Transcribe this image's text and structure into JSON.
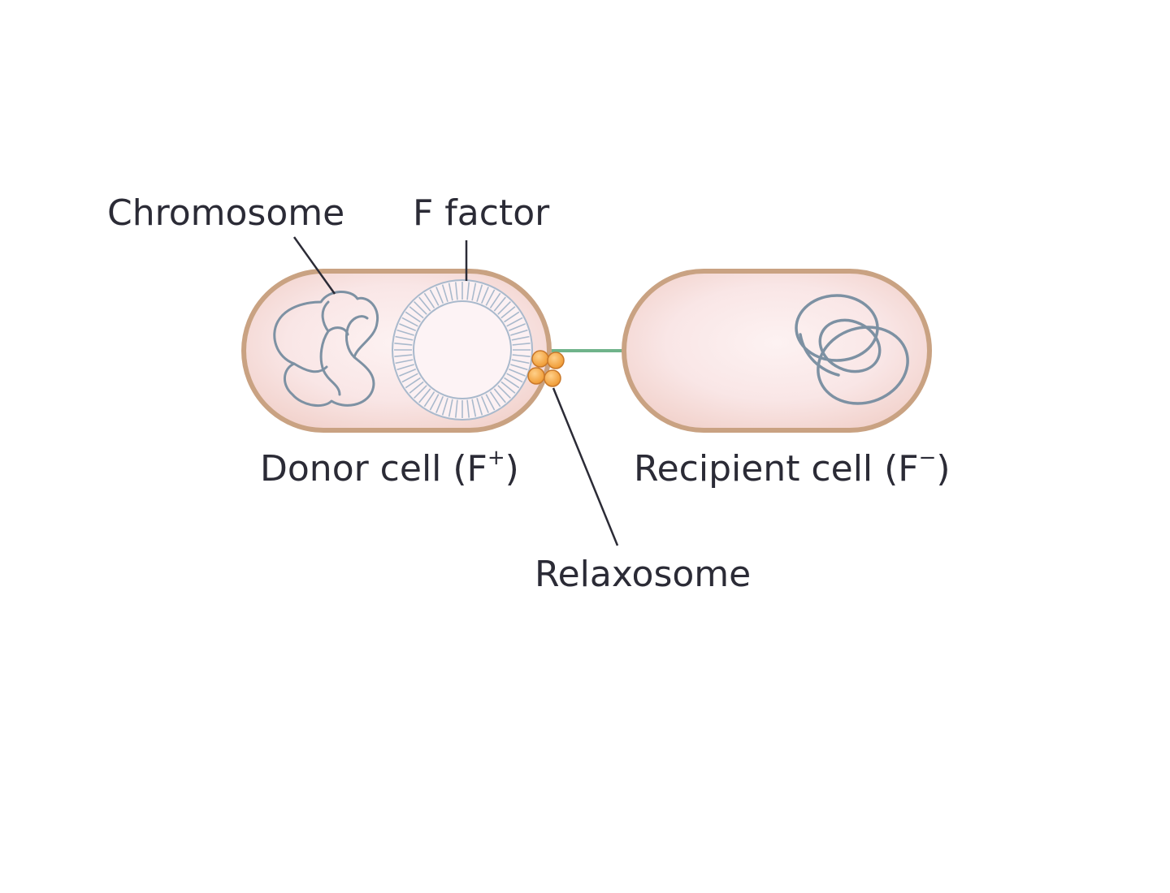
{
  "labels": {
    "chromosome": "Chromosome",
    "f_factor": "F factor",
    "donor_main": "Donor cell (F",
    "donor_sup": "+",
    "donor_close": ")",
    "recipient_main": "Recipient cell (F",
    "recipient_sup": "−",
    "recipient_close": ")",
    "relaxosome": "Relaxosome"
  },
  "colors": {
    "cell_fill": "#f7e4e2",
    "cell_stroke": "#c9a282",
    "dna_stroke": "#7d91a3",
    "f_factor_stroke": "#a9b9cc",
    "pilus": "#6fb38a",
    "relaxosome_fill": "#f3a33c",
    "relaxosome_stroke": "#c9782a",
    "leader": "#2b2b36"
  }
}
